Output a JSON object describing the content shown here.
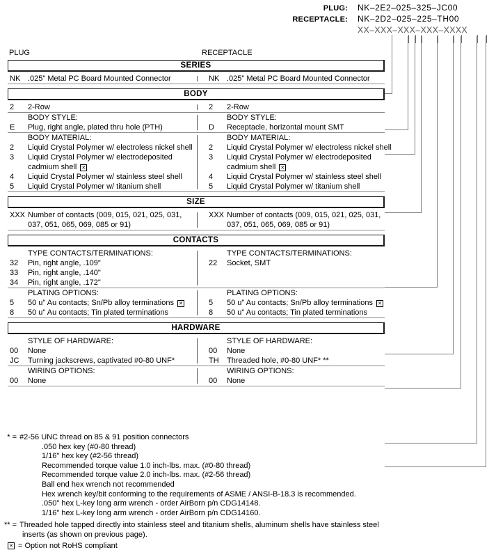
{
  "part_number": {
    "rows": [
      {
        "label": "PLUG:",
        "value": "NK–2E2–025–325–JC00"
      },
      {
        "label": "RECEPTACLE:",
        "value": "NK–2D2–025–225–TH00"
      }
    ],
    "mask": "XX–XXX–XXX–XXX–XXXX"
  },
  "columns": {
    "plug": "PLUG",
    "receptacle": "RECEPTACLE"
  },
  "sections": [
    {
      "title": "SERIES",
      "groups": [
        {
          "ruled": true,
          "left": {
            "options": [
              {
                "code": "NK",
                "desc": ".025\" Metal PC Board Mounted Connector"
              }
            ]
          },
          "right": {
            "options": [
              {
                "code": "NK",
                "desc": ".025\" Metal PC Board Mounted Connector"
              }
            ]
          }
        }
      ]
    },
    {
      "title": "BODY",
      "groups": [
        {
          "ruled": true,
          "left": {
            "options": [
              {
                "code": "2",
                "desc": "2-Row"
              }
            ]
          },
          "right": {
            "options": [
              {
                "code": "2",
                "desc": "2-Row"
              }
            ]
          }
        },
        {
          "ruled": true,
          "left": {
            "subtitle": "BODY STYLE:",
            "options": [
              {
                "code": "E",
                "desc": "Plug, right angle, plated thru hole (PTH)"
              }
            ]
          },
          "right": {
            "subtitle": "BODY STYLE:",
            "options": [
              {
                "code": "D",
                "desc": "Receptacle, horizontal mount SMT"
              }
            ]
          }
        },
        {
          "ruled": true,
          "left": {
            "subtitle": "BODY MATERIAL:",
            "options": [
              {
                "code": "2",
                "desc": "Liquid Crystal Polymer w/ electroless nickel shell"
              },
              {
                "code": "3",
                "desc": "Liquid Crystal Polymer w/ electrodeposited",
                "cont": "cadmium shell",
                "rohs_on_cont": true
              },
              {
                "code": "4",
                "desc": "Liquid Crystal Polymer w/ stainless steel shell"
              },
              {
                "code": "5",
                "desc": "Liquid Crystal Polymer w/ titanium shell"
              }
            ]
          },
          "right": {
            "subtitle": "BODY MATERIAL:",
            "options": [
              {
                "code": "2",
                "desc": "Liquid Crystal Polymer w/ electroless nickel shell"
              },
              {
                "code": "3",
                "desc": "Liquid Crystal Polymer w/ electrodeposited",
                "cont": "cadmium shell",
                "rohs_on_cont": true
              },
              {
                "code": "4",
                "desc": "Liquid Crystal Polymer w/ stainless steel shell"
              },
              {
                "code": "5",
                "desc": "Liquid Crystal Polymer w/ titanium shell"
              }
            ]
          }
        }
      ]
    },
    {
      "title": "SIZE",
      "groups": [
        {
          "ruled": true,
          "left": {
            "options": [
              {
                "code": "XXX",
                "desc": "Number of contacts (009, 015, 021, 025, 031,",
                "cont": "037, 051, 065, 069, 085 or 91)"
              }
            ]
          },
          "right": {
            "options": [
              {
                "code": "XXX",
                "desc": "Number of contacts (009, 015, 021, 025, 031,",
                "cont": "037, 051, 065, 069, 085 or 91)"
              }
            ]
          }
        }
      ]
    },
    {
      "title": "CONTACTS",
      "groups": [
        {
          "ruled": true,
          "left": {
            "subtitle": "TYPE CONTACTS/TERMINATIONS:",
            "options": [
              {
                "code": "32",
                "desc": "Pin, right angle, .109\""
              },
              {
                "code": "33",
                "desc": "Pin, right angle, .140\""
              },
              {
                "code": "34",
                "desc": "Pin, right angle, .172\""
              }
            ]
          },
          "right": {
            "subtitle": "TYPE CONTACTS/TERMINATIONS:",
            "options": [
              {
                "code": "22",
                "desc": "Socket, SMT"
              }
            ]
          }
        },
        {
          "ruled": true,
          "left": {
            "subtitle": "PLATING OPTIONS:",
            "options": [
              {
                "code": "5",
                "desc": "50 u\" Au contacts; Sn/Pb alloy terminations",
                "rohs": true
              },
              {
                "code": "8",
                "desc": "50 u\" Au contacts; Tin plated terminations"
              }
            ]
          },
          "right": {
            "subtitle": "PLATING OPTIONS:",
            "options": [
              {
                "code": "5",
                "desc": "50 u\" Au contacts; Sn/Pb alloy terminations",
                "rohs": true
              },
              {
                "code": "8",
                "desc": "50 u\" Au contacts; Tin plated terminations"
              }
            ]
          }
        }
      ]
    },
    {
      "title": "HARDWARE",
      "groups": [
        {
          "ruled": true,
          "left": {
            "subtitle": "STYLE OF HARDWARE:",
            "options": [
              {
                "code": "00",
                "desc": "None"
              },
              {
                "code": "JC",
                "desc": "Turning jackscrews, captivated #0-80 UNF*"
              }
            ]
          },
          "right": {
            "subtitle": "STYLE OF HARDWARE:",
            "options": [
              {
                "code": "00",
                "desc": "None"
              },
              {
                "code": "TH",
                "desc": "Threaded hole, #0-80 UNF*  **"
              }
            ]
          }
        },
        {
          "ruled": true,
          "left": {
            "subtitle": "WIRING OPTIONS:",
            "options": [
              {
                "code": "00",
                "desc": "None"
              }
            ]
          },
          "right": {
            "subtitle": "WIRING OPTIONS:",
            "options": [
              {
                "code": "00",
                "desc": "None"
              }
            ]
          }
        }
      ]
    }
  ],
  "footnotes": [
    {
      "mark": "* =",
      "text": "#2-56 UNC thread on 85 & 91 position connectors",
      "subs": [
        ".050 hex key (#0-80 thread)",
        "1/16\" hex key (#2-56 thread)",
        "Recommended torque value 1.0 inch-lbs. max. (#0-80 thread)",
        "Recommended torque value 2.0 inch-lbs. max. (#2-56 thread)",
        "Ball end hex wrench not recommended",
        "Hex wrench key/bit conforming to the requirements of ASME / ANSI-B-18.3 is recommended.",
        ".050\" hex L-key long arm wrench - order AirBorn p/n CDG14148.",
        "1/16\" hex L-key long arm wrench - order AirBorn p/n CDG14160."
      ]
    },
    {
      "mark": "** =",
      "text": "Threaded hole tapped directly into stainless steel and titanium shells, aluminum shells have stainless steel",
      "cont": "inserts (as shown on previous page)."
    }
  ],
  "rohs_legend": "= Option not RoHS compliant"
}
